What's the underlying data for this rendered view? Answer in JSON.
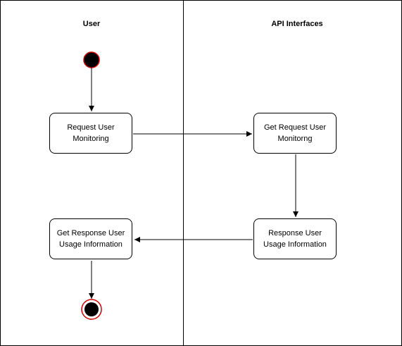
{
  "lanes": {
    "user": "User",
    "api": "API Interfaces"
  },
  "nodes": {
    "request_user_monitoring": "Request User Monitoring",
    "get_request_user_monitoring": "Get Request User Monitorng",
    "response_user_usage": "Response User Usage Information",
    "get_response_user_usage": "Get Response User Usage Information"
  },
  "colors": {
    "line": "#000000",
    "node_border": "#000000",
    "start_fill": "#000000",
    "start_ring": "#cc0000",
    "end_ring": "#cc0000"
  }
}
